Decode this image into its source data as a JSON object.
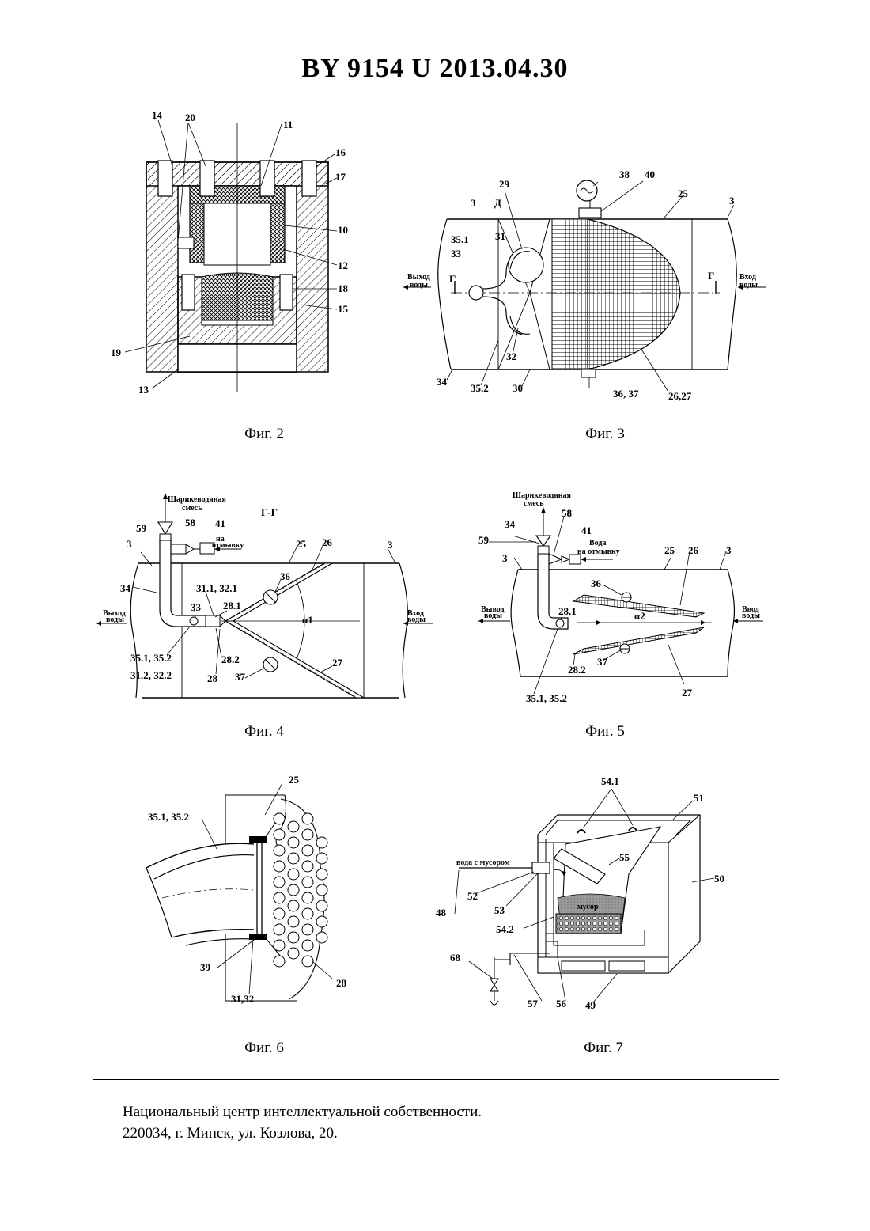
{
  "header": {
    "title": "BY 9154 U 2013.04.30"
  },
  "figures": [
    {
      "id": "fig2",
      "caption": "Фиг. 2",
      "labels": [
        "14",
        "20",
        "11",
        "16",
        "17",
        "10",
        "12",
        "18",
        "15",
        "19",
        "13"
      ]
    },
    {
      "id": "fig3",
      "caption": "Фиг. 3",
      "labels": [
        "29",
        "Д",
        "38",
        "40",
        "25",
        "3",
        "3",
        "35.1",
        "31",
        "33",
        "Г",
        "Г",
        "34",
        "32",
        "35.2",
        "30",
        "36, 37",
        "26,27"
      ],
      "flow_out": [
        "Выход",
        "воды"
      ],
      "flow_in": [
        "Вход",
        "воды"
      ]
    },
    {
      "id": "fig4",
      "caption": "Фиг. 4",
      "section": "Г-Г",
      "top_label": [
        "Шарикеводяная",
        "смесь"
      ],
      "wash_label": [
        "на",
        "отмывку"
      ],
      "labels": [
        "59",
        "58",
        "41",
        "3",
        "25",
        "26",
        "3",
        "34",
        "31.1, 32.1",
        "36",
        "33",
        "28.1",
        "α1",
        "35.1, 35.2",
        "28.2",
        "27",
        "31.2, 32.2",
        "28",
        "37"
      ],
      "flow_out": [
        "Выход",
        "воды"
      ],
      "flow_in": [
        "Вход",
        "воды"
      ]
    },
    {
      "id": "fig5",
      "caption": "Фиг. 5",
      "top_label": [
        "Шарикеводяная",
        "смесь"
      ],
      "wash_label": [
        "Вода",
        "на отмывку"
      ],
      "labels": [
        "34",
        "58",
        "41",
        "59",
        "3",
        "25",
        "26",
        "3",
        "36",
        "28.1",
        "α2",
        "37",
        "28.2",
        "35.1, 35.2",
        "27"
      ],
      "flow_out": [
        "Вывод",
        "воды"
      ],
      "flow_in": [
        "Ввод",
        "воды"
      ]
    },
    {
      "id": "fig6",
      "caption": "Фиг. 6",
      "labels": [
        "25",
        "35.1, 35.2",
        "39",
        "31,32",
        "28"
      ]
    },
    {
      "id": "fig7",
      "caption": "Фиг. 7",
      "labels": [
        "54.1",
        "51",
        "55",
        "50",
        "52",
        "53",
        "48",
        "54.2",
        "68",
        "57",
        "56",
        "49"
      ],
      "water_label": "вода с мусором",
      "debris_label": "мусор"
    }
  ],
  "footer": {
    "line1": "Национальный центр интеллектуальной собственности.",
    "line2": "220034, г. Минск, ул. Козлова, 20."
  }
}
